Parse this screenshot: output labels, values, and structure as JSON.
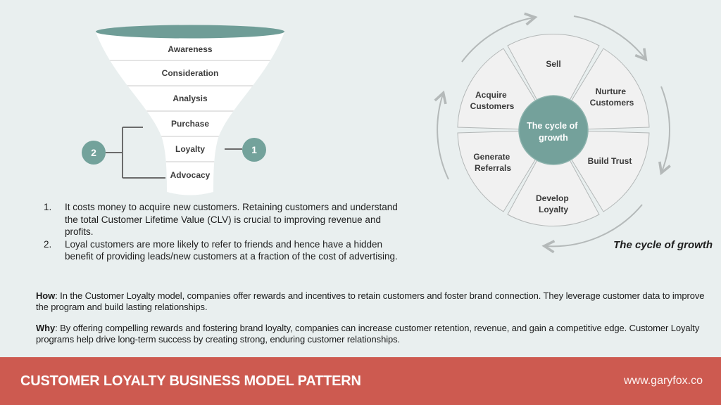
{
  "slide": {
    "background_color": "#e9efef",
    "accent_teal": "#6f9d97",
    "accent_red": "#cd5a50",
    "arrow_gray": "#b4b9b9"
  },
  "funnel": {
    "stages": [
      "Awareness",
      "Consideration",
      "Analysis",
      "Purchase",
      "Loyalty",
      "Advocacy"
    ],
    "marker_1": "1",
    "marker_2": "2"
  },
  "cycle": {
    "center": {
      "line1": "The cycle of",
      "line2": "growth"
    },
    "segments": [
      {
        "lines": [
          "Sell"
        ]
      },
      {
        "lines": [
          "Nurture",
          "Customers"
        ]
      },
      {
        "lines": [
          "Build Trust"
        ]
      },
      {
        "lines": [
          "Develop",
          "Loyalty"
        ]
      },
      {
        "lines": [
          "Generate",
          "Referrals"
        ]
      },
      {
        "lines": [
          "Acquire",
          "Customers"
        ]
      }
    ],
    "caption": "The cycle of growth"
  },
  "notes": [
    {
      "number": "1.",
      "text": "It costs money to acquire new customers. Retaining customers  and understand the total Customer Lifetime Value (CLV) is crucial to improving revenue and profits."
    },
    {
      "number": "2.",
      "text": "Loyal customers are more likely to refer to friends and hence have a hidden benefit of providing leads/new customers at a fraction of the cost of advertising."
    }
  ],
  "how": {
    "label": "How",
    "text": ": In the Customer Loyalty model, companies offer rewards and incentives to retain customers and foster brand connection. They leverage customer data to improve the program and build lasting relationships."
  },
  "why": {
    "label": "Why",
    "text": ": By offering compelling rewards and fostering brand loyalty, companies can increase customer retention, revenue, and gain a competitive edge. Customer Loyalty programs help drive long-term success by creating strong, enduring customer relationships."
  },
  "footer": {
    "title": "CUSTOMER LOYALTY BUSINESS MODEL PATTERN",
    "site": "www.garyfox.co"
  }
}
